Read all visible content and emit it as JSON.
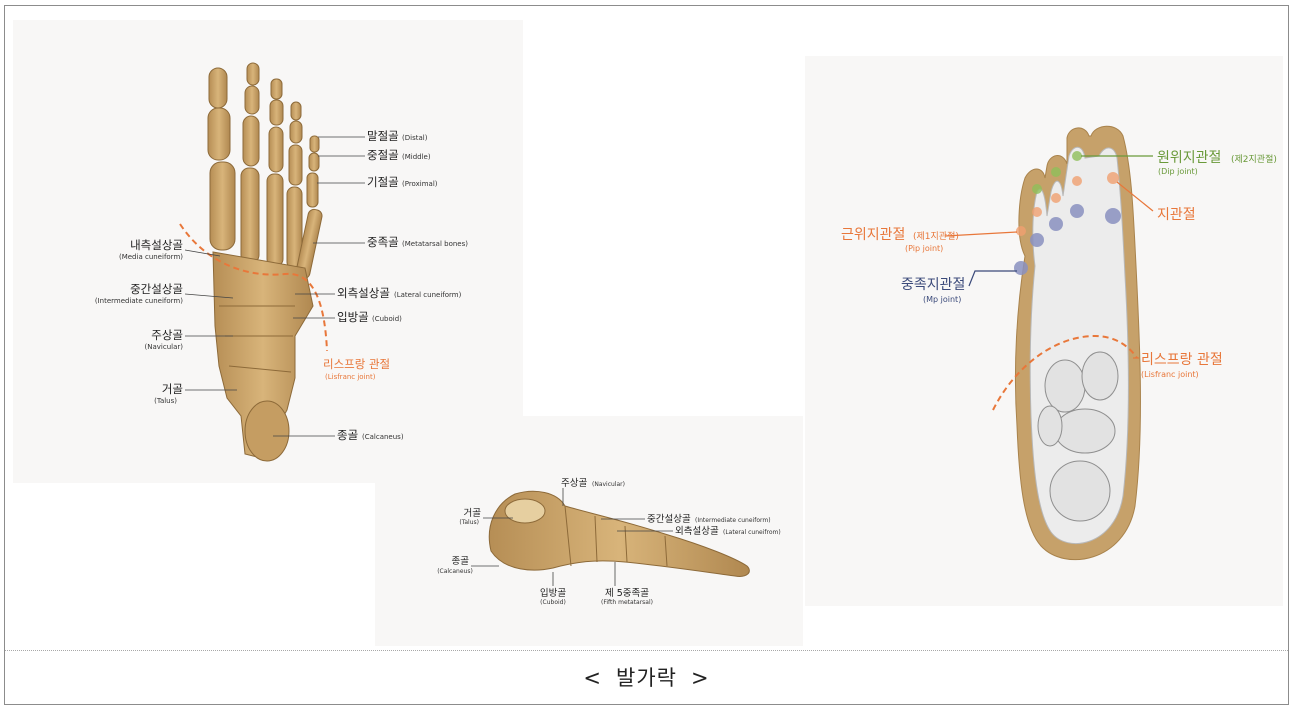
{
  "caption": {
    "left": "<",
    "text": "발가락",
    "right": ">"
  },
  "colors": {
    "bone": "#c9a46a",
    "bone_shadow": "#a9834c",
    "label_dark": "#222222",
    "orange": "#e8773a",
    "green": "#6a9a3a",
    "navy": "#3b4a7a",
    "panel_bg": "#f7f6f4"
  },
  "dorsal_view": {
    "labels": {
      "distal": "말절골",
      "distal_en": "(Distal)",
      "middle": "중절골",
      "middle_en": "(Middle)",
      "proximal": "기절골",
      "proximal_en": "(Proximal)",
      "metatarsal": "중족골",
      "metatarsal_en": "(Metatarsal bones)",
      "medial_cuneiform": "내측설상골",
      "medial_cuneiform_en": "(Media cuneiform)",
      "intermediate_cuneiform": "중간설상골",
      "intermediate_cuneiform_en": "(Intermediate cuneiform)",
      "lateral_cuneiform": "외측설상골",
      "lateral_cuneiform_en": "(Lateral cuneiform)",
      "cuboid": "입방골",
      "cuboid_en": "(Cuboid)",
      "navicular": "주상골",
      "navicular_en": "(Navicular)",
      "lisfranc": "리스프랑 관절",
      "lisfranc_en": "(Lisfranc joint)",
      "talus": "거골",
      "talus_en": "(Talus)",
      "calcaneus": "종골",
      "calcaneus_en": "(Calcaneus)"
    }
  },
  "lateral_view": {
    "labels": {
      "navicular": "주상골",
      "navicular_en": "(Navicular)",
      "talus": "거골",
      "talus_en": "(Talus)",
      "intermediate_cuneiform": "중간설상골",
      "intermediate_cuneiform_en": "(Intermediate cuneiform)",
      "lateral_cuneiform": "외측설상골",
      "lateral_cuneiform_en": "(Lateral cuneifrom)",
      "calcaneus": "종골",
      "calcaneus_en": "(Calcaneus)",
      "cuboid": "입방골",
      "cuboid_en": "(Cuboid)",
      "fifth_metatarsal": "제 5중족골",
      "fifth_metatarsal_en": "(Fifth metatarsal)"
    }
  },
  "joint_view": {
    "labels": {
      "dip": "원위지관절",
      "dip_sub": "(제2지관절)",
      "dip_en": "(Dip joint)",
      "ip": "지관절",
      "pip": "근위지관절",
      "pip_sub": "(제1지관절)",
      "pip_en": "(Pip joint)",
      "mp": "중족지관절",
      "mp_en": "(Mp joint)",
      "lisfranc": "리스프랑 관절",
      "lisfranc_en": "(Lisfranc joint)"
    }
  }
}
